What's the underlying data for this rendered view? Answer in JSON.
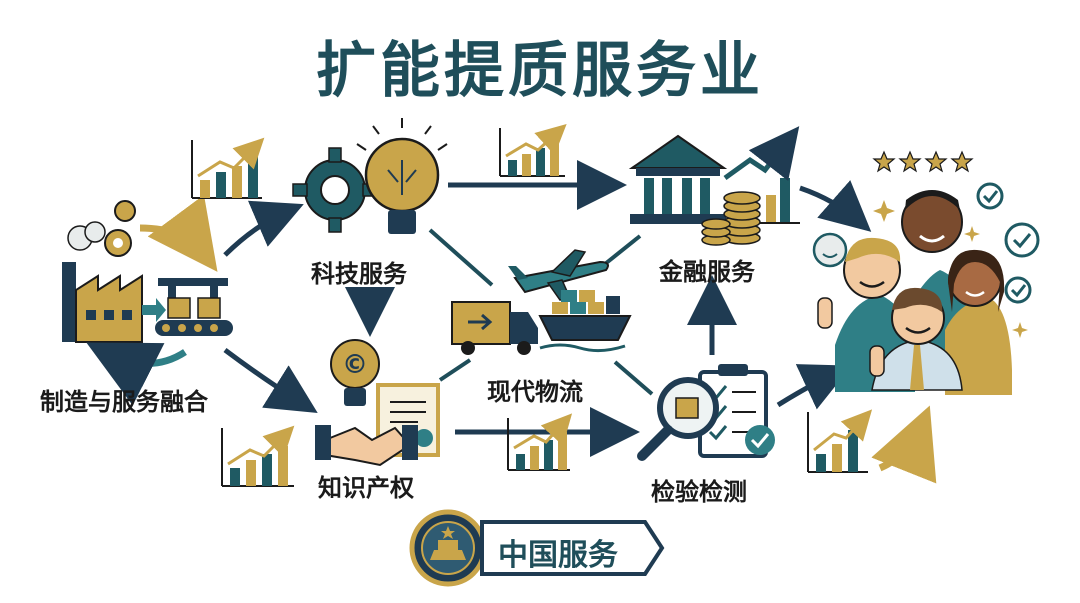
{
  "title": "扩能提质服务业",
  "nodes": {
    "manufacturing": "制造与服务融合",
    "tech": "科技服务",
    "ip": "知识产权",
    "logistics": "现代物流",
    "finance": "金融服务",
    "inspection": "检验检测"
  },
  "badge": "中国服务",
  "colors": {
    "teal": "#1f5a63",
    "gold": "#c9a54a",
    "navy": "#1f3b52",
    "text": "#1b1b1b"
  }
}
